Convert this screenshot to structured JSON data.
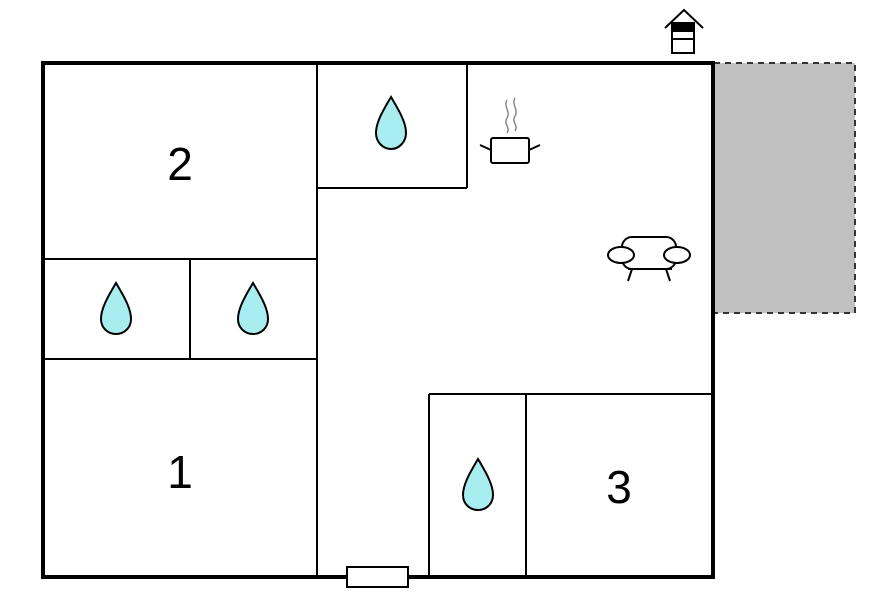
{
  "colors": {
    "wall": "#000000",
    "background": "#ffffff",
    "terrace_fill": "#c0c0c0",
    "terrace_border": "#333333",
    "water_drop": "#a8eef0"
  },
  "rooms": {
    "bedroom_top_left": {
      "label": "2"
    },
    "bedroom_bottom_left": {
      "label": "1"
    },
    "bedroom_bottom_right": {
      "label": "3"
    }
  },
  "icons": {
    "bathrooms": "water-drop-icon",
    "kitchen": "cooking-pot-icon",
    "living_room": "sofa-icon",
    "entrance": "house-entrance-icon",
    "front_door": "door-icon"
  }
}
